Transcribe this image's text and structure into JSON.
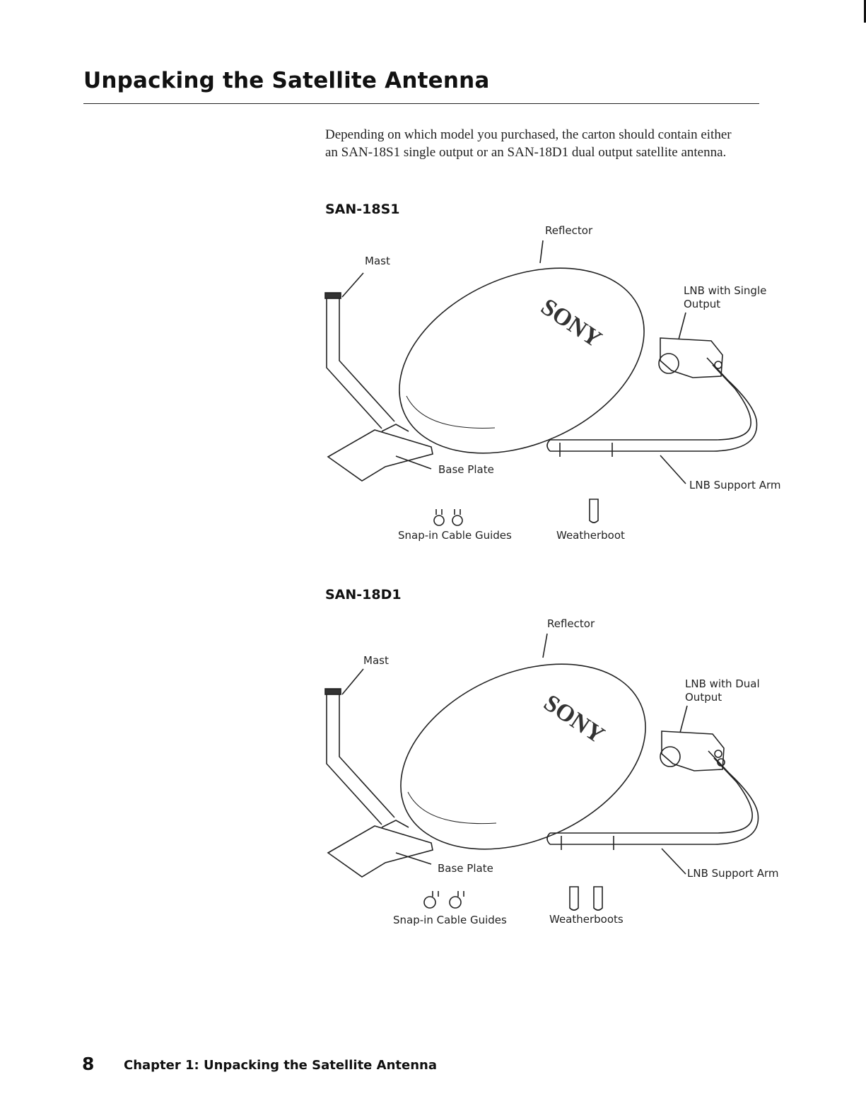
{
  "page": {
    "title": "Unpacking the Satellite Antenna",
    "intro": "Depending on which model you purchased, the carton should contain either an SAN-18S1 single output or an SAN-18D1 dual output satellite antenna."
  },
  "models": [
    {
      "heading": "SAN-18S1",
      "labels": {
        "reflector": "Reflector",
        "mast": "Mast",
        "lnb": "LNB with Single\nOutput",
        "base_plate": "Base Plate",
        "support_arm": "LNB Support Arm",
        "cable_guides": "Snap-in Cable Guides",
        "weatherboot": "Weatherboot"
      },
      "brand": "SONY"
    },
    {
      "heading": "SAN-18D1",
      "labels": {
        "reflector": "Reflector",
        "mast": "Mast",
        "lnb": "LNB with Dual\nOutput",
        "base_plate": "Base Plate",
        "support_arm": "LNB Support Arm",
        "cable_guides": "Snap-in Cable Guides",
        "weatherboot": "Weatherboots"
      },
      "brand": "SONY"
    }
  ],
  "footer": {
    "page_number": "8",
    "chapter": "Chapter 1: Unpacking the Satellite Antenna"
  }
}
